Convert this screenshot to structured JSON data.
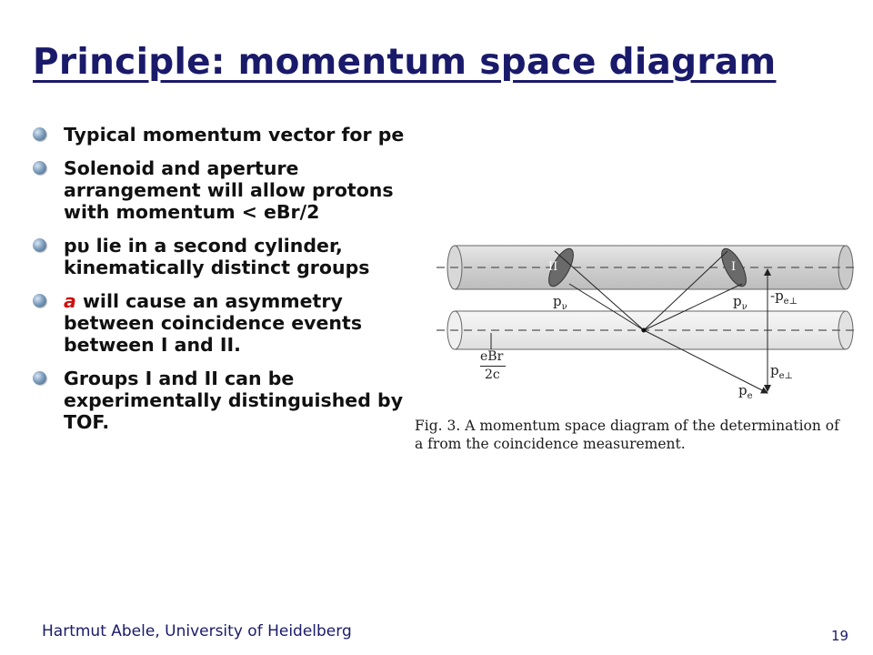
{
  "slide": {
    "title": "Principle: momentum space diagram",
    "bullets": [
      {
        "text": "Typical momentum vector for pe"
      },
      {
        "text": "Solenoid and aperture arrangement will allow protons with momentum < eBr/2"
      },
      {
        "text": "pυ lie in a second cylinder, kinematically distinct groups"
      },
      {
        "prefix": "a",
        "text": " will cause an asymmetry between coincidence events between I and II."
      },
      {
        "text": "Groups I and II can be experimentally distinguished by TOF."
      }
    ],
    "footer": "Hartmut Abele, University of Heidelberg",
    "page_number": "19"
  },
  "figure": {
    "labels": {
      "group_II": "II",
      "group_I": "I",
      "p_nu_left": "p",
      "p_nu_left_sub": "ν",
      "p_nu_right": "p",
      "p_nu_right_sub": "ν",
      "minus_pe_perp": "-p",
      "minus_pe_perp_sub": "e⊥",
      "pe_perp": "p",
      "pe_perp_sub": "e⊥",
      "pe": "p",
      "pe_sub": "e",
      "eBr_num": "eBr",
      "eBr_den": "2c"
    },
    "caption": "Fig. 3.  A momentum space diagram of the determination of a from the coincidence measurement."
  },
  "colors": {
    "title": "#1a1a6b",
    "accent_red": "#cc1111",
    "cylinder_top": "#d4d4d4",
    "cylinder_bottom": "#ececec"
  }
}
